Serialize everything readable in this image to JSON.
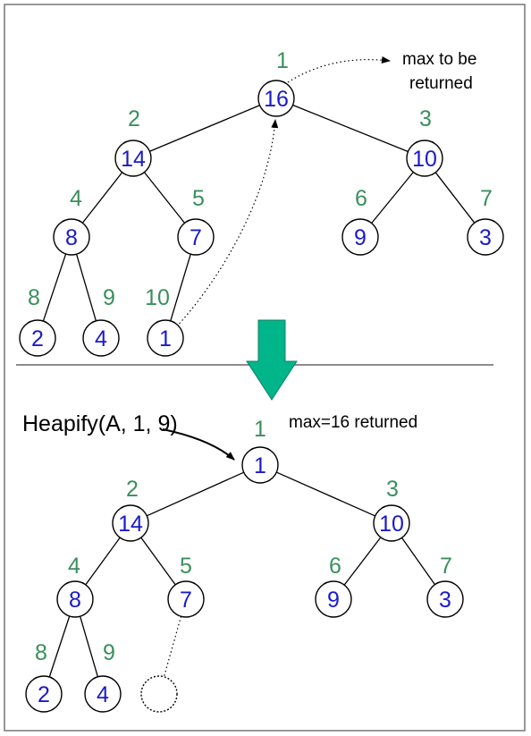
{
  "top_tree": {
    "nodes": [
      {
        "index": "1",
        "value": "16"
      },
      {
        "index": "2",
        "value": "14"
      },
      {
        "index": "3",
        "value": "10"
      },
      {
        "index": "4",
        "value": "8"
      },
      {
        "index": "5",
        "value": "7"
      },
      {
        "index": "6",
        "value": "9"
      },
      {
        "index": "7",
        "value": "3"
      },
      {
        "index": "8",
        "value": "2"
      },
      {
        "index": "9",
        "value": "4"
      },
      {
        "index": "10",
        "value": "1"
      }
    ],
    "note": [
      "max to be",
      "returned"
    ]
  },
  "bottom_tree": {
    "nodes": [
      {
        "index": "1",
        "value": "1"
      },
      {
        "index": "2",
        "value": "14"
      },
      {
        "index": "3",
        "value": "10"
      },
      {
        "index": "4",
        "value": "8"
      },
      {
        "index": "5",
        "value": "7"
      },
      {
        "index": "6",
        "value": "9"
      },
      {
        "index": "7",
        "value": "3"
      },
      {
        "index": "8",
        "value": "2"
      },
      {
        "index": "9",
        "value": "4"
      },
      {
        "index": "",
        "value": ""
      }
    ],
    "heapify_label": "Heapify(A, 1, 9)",
    "note": "max=16 returned"
  },
  "colors": {
    "node_value": "#1a1acc",
    "node_index": "#3a8f5c",
    "arrow": "#00b58a"
  }
}
